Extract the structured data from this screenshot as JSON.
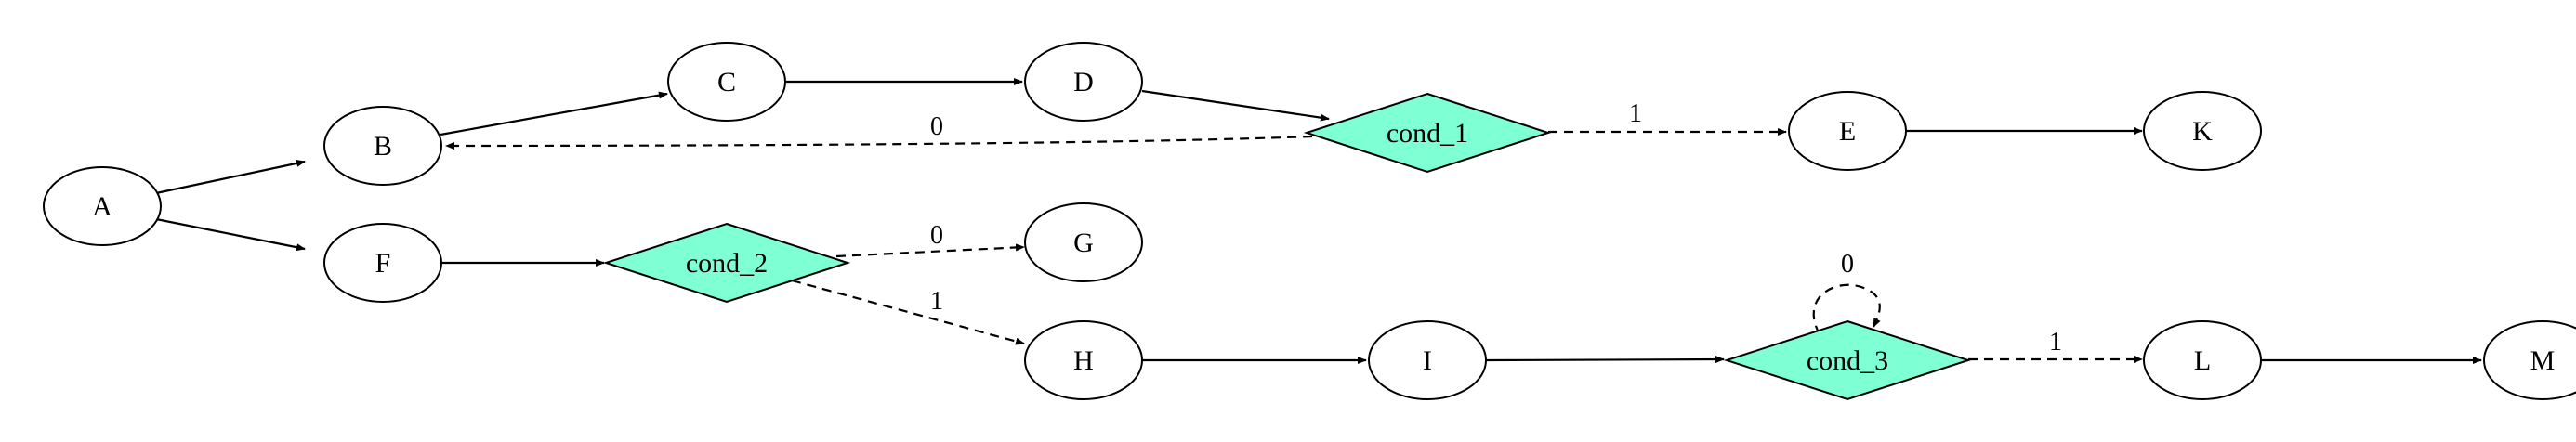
{
  "colors": {
    "condition_fill": "#7fffd4",
    "node_fill": "#ffffff",
    "stroke": "#000000"
  },
  "nodes": [
    {
      "id": "A",
      "label": "A",
      "shape": "ellipse"
    },
    {
      "id": "B",
      "label": "B",
      "shape": "ellipse"
    },
    {
      "id": "C",
      "label": "C",
      "shape": "ellipse"
    },
    {
      "id": "D",
      "label": "D",
      "shape": "ellipse"
    },
    {
      "id": "cond_1",
      "label": "cond_1",
      "shape": "diamond"
    },
    {
      "id": "E",
      "label": "E",
      "shape": "ellipse"
    },
    {
      "id": "K",
      "label": "K",
      "shape": "ellipse"
    },
    {
      "id": "F",
      "label": "F",
      "shape": "ellipse"
    },
    {
      "id": "cond_2",
      "label": "cond_2",
      "shape": "diamond"
    },
    {
      "id": "G",
      "label": "G",
      "shape": "ellipse"
    },
    {
      "id": "H",
      "label": "H",
      "shape": "ellipse"
    },
    {
      "id": "I",
      "label": "I",
      "shape": "ellipse"
    },
    {
      "id": "cond_3",
      "label": "cond_3",
      "shape": "diamond"
    },
    {
      "id": "L",
      "label": "L",
      "shape": "ellipse"
    },
    {
      "id": "M",
      "label": "M",
      "shape": "ellipse"
    }
  ],
  "edges": [
    {
      "from": "A",
      "to": "B",
      "label": "",
      "style": "solid"
    },
    {
      "from": "A",
      "to": "F",
      "label": "",
      "style": "solid"
    },
    {
      "from": "B",
      "to": "C",
      "label": "",
      "style": "solid"
    },
    {
      "from": "C",
      "to": "D",
      "label": "",
      "style": "solid"
    },
    {
      "from": "D",
      "to": "cond_1",
      "label": "",
      "style": "solid"
    },
    {
      "from": "cond_1",
      "to": "B",
      "label": "0",
      "style": "dashed"
    },
    {
      "from": "cond_1",
      "to": "E",
      "label": "1",
      "style": "dashed"
    },
    {
      "from": "E",
      "to": "K",
      "label": "",
      "style": "solid"
    },
    {
      "from": "F",
      "to": "cond_2",
      "label": "",
      "style": "solid"
    },
    {
      "from": "cond_2",
      "to": "G",
      "label": "0",
      "style": "dashed"
    },
    {
      "from": "cond_2",
      "to": "H",
      "label": "1",
      "style": "dashed"
    },
    {
      "from": "H",
      "to": "I",
      "label": "",
      "style": "solid"
    },
    {
      "from": "I",
      "to": "cond_3",
      "label": "",
      "style": "solid"
    },
    {
      "from": "cond_3",
      "to": "cond_3",
      "label": "0",
      "style": "dashed"
    },
    {
      "from": "cond_3",
      "to": "L",
      "label": "1",
      "style": "dashed"
    },
    {
      "from": "L",
      "to": "M",
      "label": "",
      "style": "solid"
    }
  ]
}
